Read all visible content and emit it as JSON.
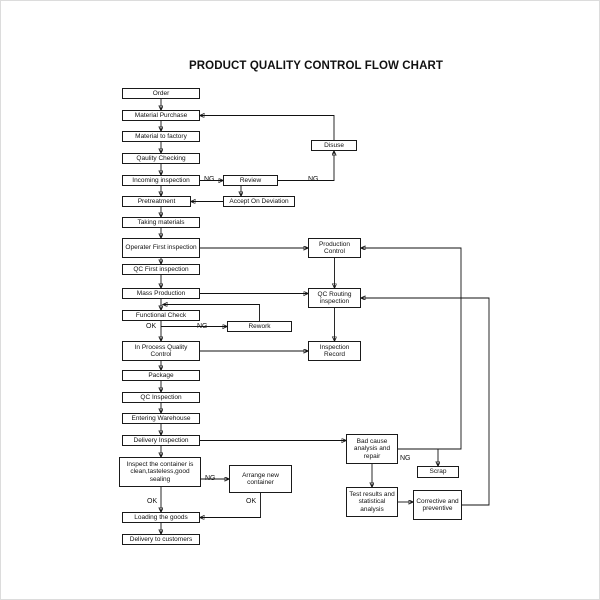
{
  "title": "PRODUCT QUALITY CONTROL FLOW CHART",
  "labels": {
    "ng": "NG",
    "ok": "OK"
  },
  "colors": {
    "line": "#111111",
    "box_border": "#1a1a1a",
    "background": "#ffffff"
  },
  "nodes": {
    "order": "Order",
    "material_purchase": "Material Purchase",
    "material_to_factory": "Material to factory",
    "quality_checking": "Qaulity Checking",
    "incoming_inspection": "Incoming inspection",
    "review": "Review",
    "accept_on_deviation": "Accept On Deviation",
    "disuse": "Disuse",
    "pretreatment": "Pretreatment",
    "taking_materials": "Taking materials",
    "operater_first_inspection": "Operater First inspection",
    "production_control": "Production Control",
    "qc_first_inspection": "QC First inspection",
    "mass_production": "Mass Production",
    "qc_routing_inspection": "QC Routing inspection",
    "functional_check": "Functional Check",
    "rework": "Rework",
    "in_process_quality_control": "In Process Quality Control",
    "inspection_record": "Inspection Record",
    "package": "Package",
    "qc_inspection": "QC Inspection",
    "entering_warehouse": "Entering Warehouse",
    "delivery_inspection": "Delivery Inspection",
    "bad_cause_analysis": "Bad cause analysis and repair",
    "scrap": "Scrap",
    "test_results": "Test results and statistical analysis",
    "corrective_preventive": "Corrective and preventive",
    "inspect_container": "Inspect the container is clean,tasteless,good sealing",
    "arrange_new_container": "Arrange new container",
    "loading_goods": "Loading the goods",
    "delivery_to_customers": "Delivery to customers"
  },
  "edges": [
    {
      "from": "Order",
      "to": "Material Purchase"
    },
    {
      "from": "Material Purchase",
      "to": "Material to factory"
    },
    {
      "from": "Material to factory",
      "to": "Qaulity Checking"
    },
    {
      "from": "Qaulity Checking",
      "to": "Incoming inspection"
    },
    {
      "from": "Incoming inspection",
      "to": "Pretreatment"
    },
    {
      "from": "Incoming inspection",
      "to": "Review",
      "label": "NG"
    },
    {
      "from": "Review",
      "to": "Disuse",
      "label": "NG"
    },
    {
      "from": "Review",
      "to": "Accept On Deviation"
    },
    {
      "from": "Accept On Deviation",
      "to": "Pretreatment"
    },
    {
      "from": "Disuse",
      "to": "Material Purchase"
    },
    {
      "from": "Pretreatment",
      "to": "Taking materials"
    },
    {
      "from": "Taking materials",
      "to": "Operater First inspection"
    },
    {
      "from": "Operater First inspection",
      "to": "QC First inspection"
    },
    {
      "from": "Operater First inspection",
      "to": "Production Control"
    },
    {
      "from": "Production Control",
      "to": "QC Routing inspection"
    },
    {
      "from": "QC First inspection",
      "to": "Mass Production"
    },
    {
      "from": "Mass Production",
      "to": "Functional Check"
    },
    {
      "from": "Mass Production",
      "to": "QC Routing inspection"
    },
    {
      "from": "Functional Check",
      "to": "In Process Quality Control",
      "label": "OK"
    },
    {
      "from": "Functional Check",
      "to": "Rework",
      "label": "NG"
    },
    {
      "from": "Rework",
      "to": "Functional Check"
    },
    {
      "from": "In Process Quality Control",
      "to": "Inspection Record"
    },
    {
      "from": "QC Routing inspection",
      "to": "Inspection Record"
    },
    {
      "from": "In Process Quality Control",
      "to": "Package"
    },
    {
      "from": "Package",
      "to": "QC Inspection"
    },
    {
      "from": "QC Inspection",
      "to": "Entering Warehouse"
    },
    {
      "from": "Entering Warehouse",
      "to": "Delivery Inspection"
    },
    {
      "from": "Delivery Inspection",
      "to": "Inspect the container is clean,tasteless,good sealing"
    },
    {
      "from": "Delivery Inspection",
      "to": "Bad cause analysis and repair"
    },
    {
      "from": "Bad cause analysis and repair",
      "to": "Scrap",
      "label": "NG"
    },
    {
      "from": "Bad cause analysis and repair",
      "to": "Production Control"
    },
    {
      "from": "Bad cause analysis and repair",
      "to": "Test results and statistical analysis"
    },
    {
      "from": "Test results and statistical analysis",
      "to": "Corrective and preventive"
    },
    {
      "from": "Corrective and preventive",
      "to": "QC Routing inspection"
    },
    {
      "from": "Inspect the container is clean,tasteless,good sealing",
      "to": "Loading the goods",
      "label": "OK"
    },
    {
      "from": "Inspect the container is clean,tasteless,good sealing",
      "to": "Arrange new container",
      "label": "NG"
    },
    {
      "from": "Arrange new container",
      "to": "Loading the goods",
      "label": "OK"
    },
    {
      "from": "Loading the goods",
      "to": "Delivery to customers"
    }
  ]
}
